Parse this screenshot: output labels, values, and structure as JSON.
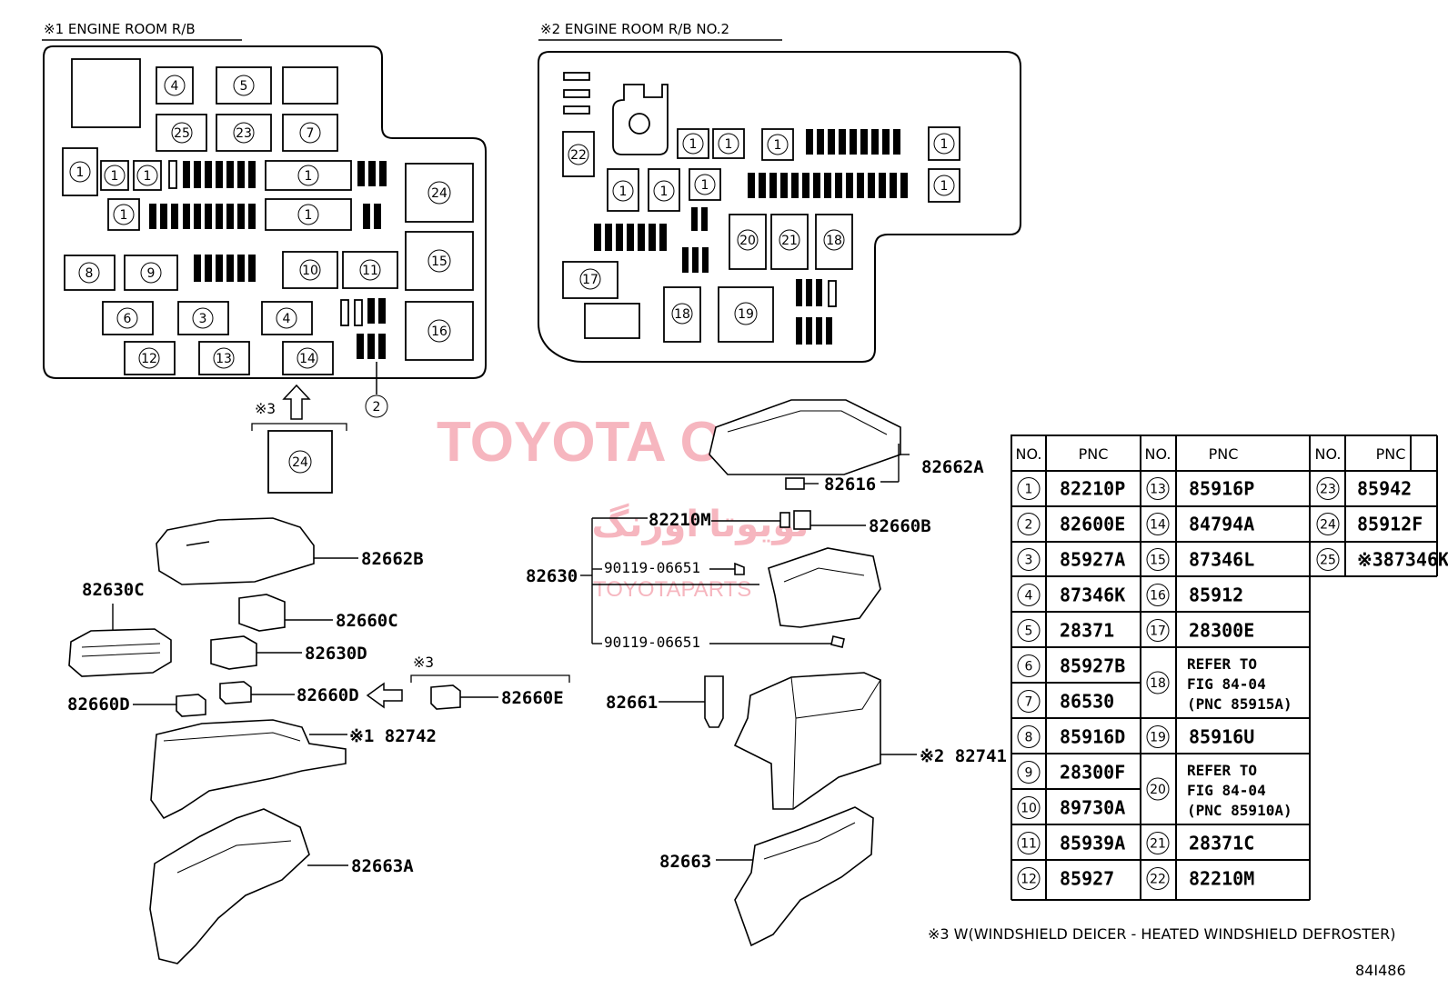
{
  "titles": {
    "rb1": "※1 ENGINE ROOM R/B",
    "rb2": "※2 ENGINE ROOM R/B NO.2"
  },
  "watermark": {
    "main": "TOYOTA ORANG",
    "arabic": "تویوتا اورنگ",
    "sub": "TOYOTAPARTS"
  },
  "callouts": {
    "c82662A": "82662A",
    "c82616": "82616",
    "c82210M": "82210M",
    "c82660B": "82660B",
    "c82630": "82630",
    "c90119a": "90119-06651",
    "c90119b": "90119-06651",
    "c82661": "82661",
    "c82741": "※2 82741",
    "c82663": "82663",
    "c82662B": "82662B",
    "c82630C": "82630C",
    "c82660C": "82660C",
    "c82630D": "82630D",
    "c82660D_left": "82660D",
    "c82660D": "82660D",
    "c82660E": "82660E",
    "c82742": "※1 82742",
    "c82663A": "82663A",
    "mark3a": "※3",
    "mark3b": "※3"
  },
  "table": {
    "headers": [
      "NO.",
      "PNC",
      "NO.",
      "PNC",
      "NO.",
      "PNC"
    ],
    "col1": [
      {
        "no": "1",
        "pnc": "82210P"
      },
      {
        "no": "2",
        "pnc": "82600E"
      },
      {
        "no": "3",
        "pnc": "85927A"
      },
      {
        "no": "4",
        "pnc": "87346K"
      },
      {
        "no": "5",
        "pnc": "28371"
      },
      {
        "no": "6",
        "pnc": "85927B"
      },
      {
        "no": "7",
        "pnc": "86530"
      },
      {
        "no": "8",
        "pnc": "85916D"
      },
      {
        "no": "9",
        "pnc": "28300F"
      },
      {
        "no": "10",
        "pnc": "89730A"
      },
      {
        "no": "11",
        "pnc": "85939A"
      },
      {
        "no": "12",
        "pnc": "85927"
      }
    ],
    "col2": [
      {
        "no": "13",
        "pnc": "85916P"
      },
      {
        "no": "14",
        "pnc": "84794A"
      },
      {
        "no": "15",
        "pnc": "87346L"
      },
      {
        "no": "16",
        "pnc": "85912"
      },
      {
        "no": "17",
        "pnc": "28300E"
      },
      {
        "no": "19",
        "pnc": "85916U"
      },
      {
        "no": "21",
        "pnc": "28371C"
      },
      {
        "no": "22",
        "pnc": "82210M"
      }
    ],
    "refer18": {
      "no": "18",
      "l1": "REFER TO",
      "l2": "FIG 84-04",
      "l3": "(PNC 85915A)"
    },
    "refer20": {
      "no": "20",
      "l1": "REFER TO",
      "l2": "FIG 84-04",
      "l3": "(PNC 85910A)"
    },
    "col3": [
      {
        "no": "23",
        "pnc": "85942"
      },
      {
        "no": "24",
        "pnc": "85912F"
      },
      {
        "no": "25",
        "pnc": "※387346K"
      }
    ]
  },
  "footnote": "※3 W(WINDSHIELD DEICER - HEATED WINDSHIELD DEFROSTER)",
  "figure_id": "84I486"
}
